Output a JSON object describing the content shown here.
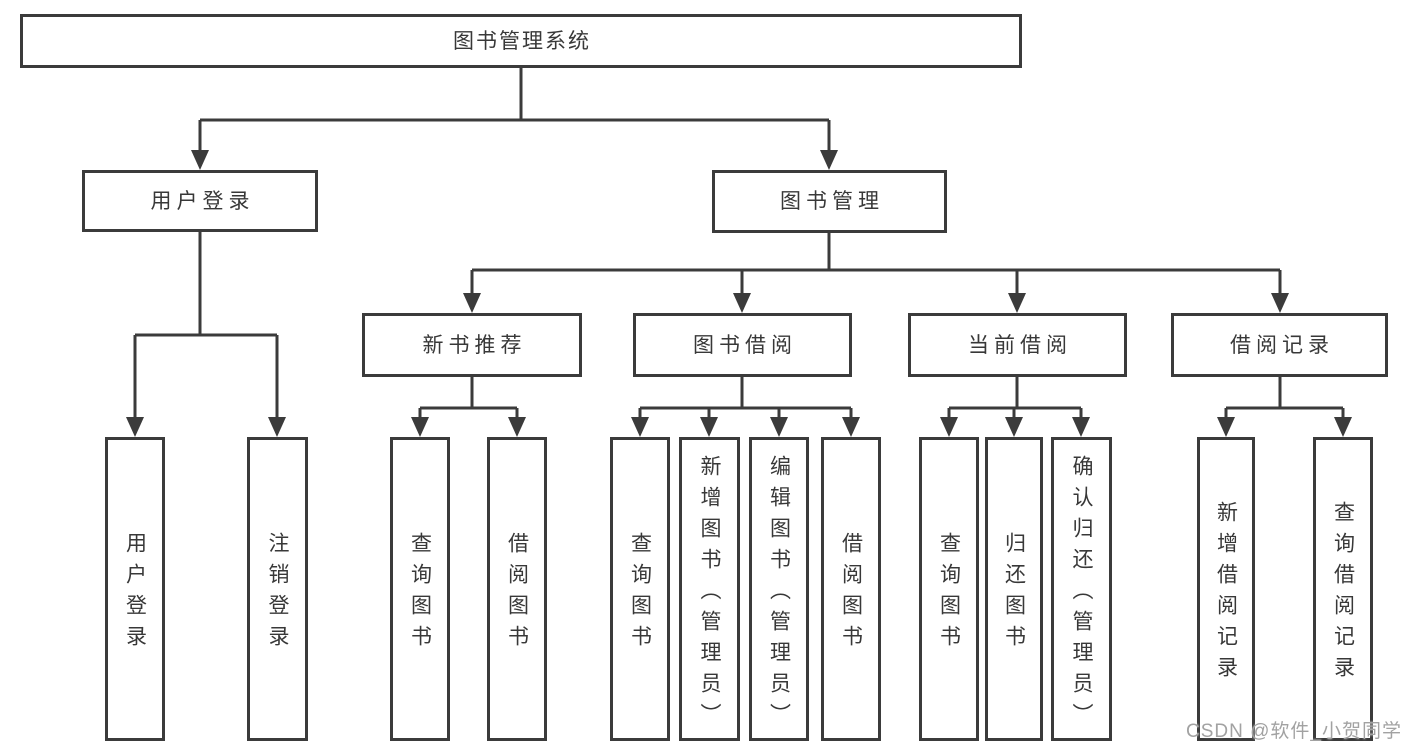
{
  "diagram": {
    "root": {
      "label": "图书管理系统"
    },
    "branches": [
      {
        "label": "用户登录",
        "children": [
          {
            "label": "用户登录"
          },
          {
            "label": "注销登录"
          }
        ]
      },
      {
        "label": "图书管理",
        "children": [
          {
            "label": "新书推荐",
            "children": [
              {
                "label": "查询图书"
              },
              {
                "label": "借阅图书"
              }
            ]
          },
          {
            "label": "图书借阅",
            "children": [
              {
                "label": "查询图书"
              },
              {
                "label": "新增图书（管理员）"
              },
              {
                "label": "编辑图书（管理员）"
              },
              {
                "label": "借阅图书"
              }
            ]
          },
          {
            "label": "当前借阅",
            "children": [
              {
                "label": "查询图书"
              },
              {
                "label": "归还图书"
              },
              {
                "label": "确认归还（管理员）"
              }
            ]
          },
          {
            "label": "借阅记录",
            "children": [
              {
                "label": "新增借阅记录"
              },
              {
                "label": "查询借阅记录"
              }
            ]
          }
        ]
      }
    ]
  },
  "watermark": {
    "text": "CSDN @软件_小贺同学"
  },
  "colors": {
    "line": "#3b3b3b",
    "text": "#383838",
    "watermark": "#a2a2a2",
    "bg": "#ffffff"
  }
}
